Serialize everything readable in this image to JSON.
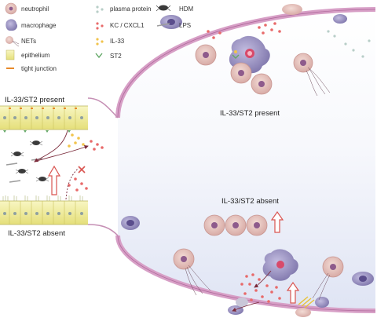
{
  "legend": {
    "neutrophil": "neutrophil",
    "macrophage": "macrophage",
    "nets": "NETs",
    "epithelium": "epithelium",
    "tight_junction": "tight junction",
    "plasma_protein": "plasma protein",
    "kc_cxcl1": "KC / CXCL1",
    "il33": "IL-33",
    "st2": "ST2",
    "hdm": "HDM",
    "lps": "LPS"
  },
  "labels": {
    "left_present": "IL-33/ST2 present",
    "left_absent": "IL-33/ST2 absent",
    "alveolus_present": "IL-33/ST2 present",
    "alveolus_absent": "IL-33/ST2 absent"
  },
  "colors": {
    "membrane": "#d79fc6",
    "neutrophil": "#e7c8c4",
    "macrophage": "#8f86b8",
    "epithelium": "#f1ee9a",
    "kc": "#e86a6a",
    "il33": "#f1c44c",
    "st2": "#62a866",
    "up_arrow": "#d9534f",
    "alveolus_top": "#ffffff",
    "alveolus_bottom": "#dde3f3"
  }
}
